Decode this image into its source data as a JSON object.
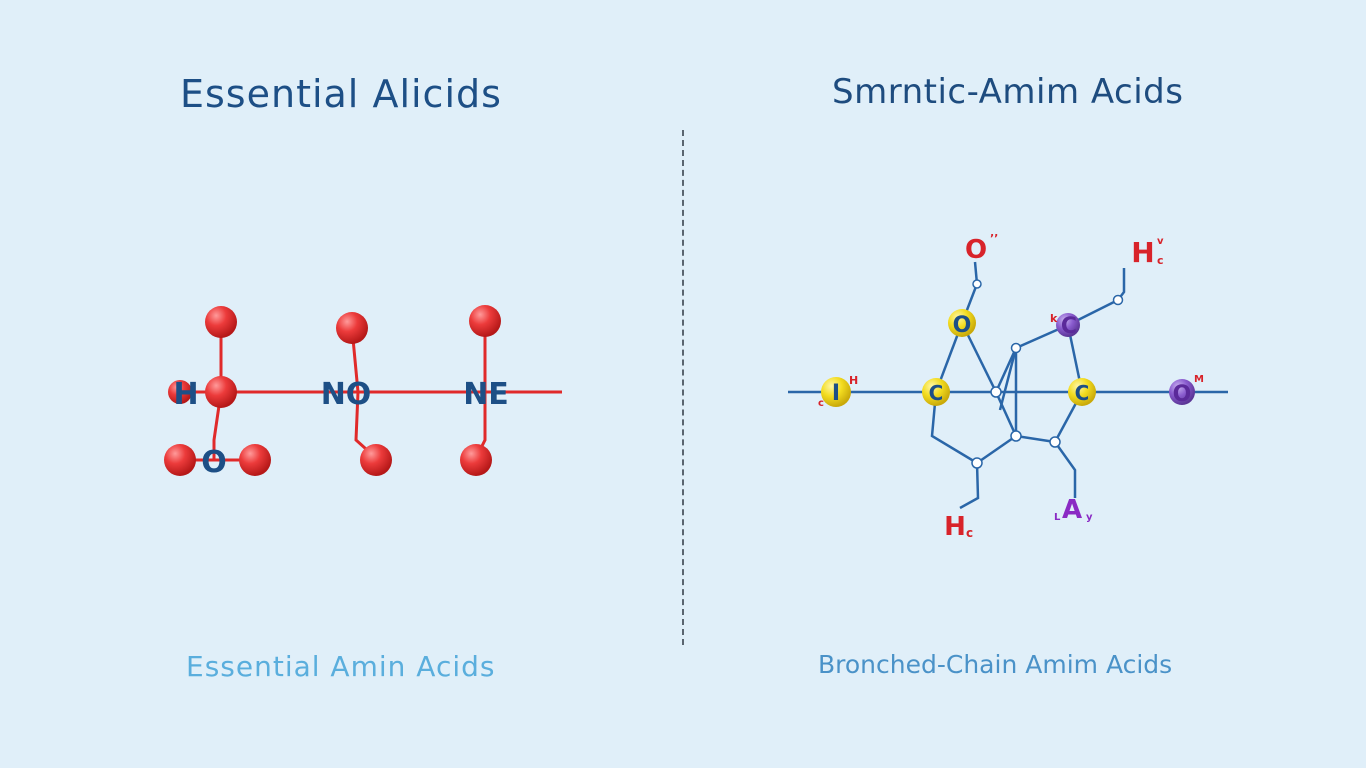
{
  "left_panel": {
    "title": "Essential  Alicids",
    "caption": "Essential  Amin Acids",
    "labels": {
      "h": "H",
      "o": "O",
      "no": "NO",
      "ne": "NE"
    }
  },
  "right_panel": {
    "title": "Smrntic-Amim Acids",
    "caption": "Bronched-Chain Amim Acids",
    "labels": {
      "o_top": "O",
      "o_top_sup": "’’",
      "h_top": "H",
      "h_top_sub": "c",
      "h_top_sup": "v",
      "o_yellow": "O",
      "c_purple": "C",
      "c_purple_pre": "k",
      "i_node": "I",
      "i_pre": "c",
      "i_sup": "H",
      "c_left": "C",
      "c_right": "C",
      "o_purple": "O",
      "o_purple_sup": "M",
      "h_bottom": "H",
      "h_bottom_sub": "c",
      "a_bottom": "A",
      "a_pre": "L",
      "a_post": "y"
    }
  },
  "colors": {
    "background": "#e0eff9",
    "red_atom": "#e63232",
    "red_bond": "#e02a2a",
    "blue_bond": "#2a66a8",
    "navy_text": "#1d4f86",
    "yellow_atom": "#f2dc1e",
    "purple_atom": "#8a5ccf",
    "red_text": "#d8232a",
    "purple_text": "#8a2ac4"
  }
}
